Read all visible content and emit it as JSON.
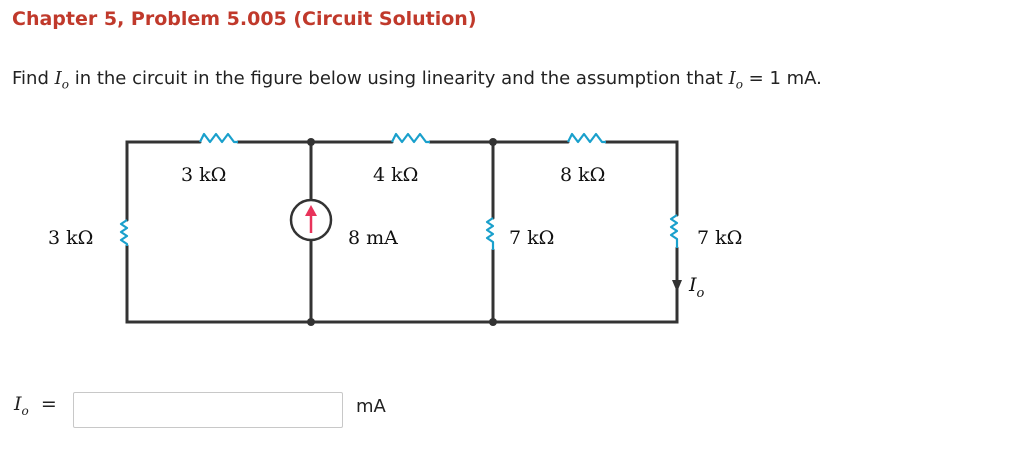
{
  "problem": {
    "title": "Chapter 5, Problem 5.005 (Circuit Solution)",
    "question_pre": "Find ",
    "question_mid": " in the circuit in the figure below using linearity and the assumption that ",
    "question_post": " = 1 mA.",
    "var_main": "I",
    "var_sub": "o"
  },
  "circuit": {
    "r_top_left": "3 kΩ",
    "r_top_mid": "4 kΩ",
    "r_top_right": "8 kΩ",
    "r_left": "3 kΩ",
    "source": "8 mA",
    "r_mid": "7 kΩ",
    "r_right": "7 kΩ",
    "current_main": "I",
    "current_sub": "o",
    "wire_color": "#333333",
    "resistor_color": "#1aa0cc",
    "arrow_color": "#e8335a"
  },
  "answer": {
    "label_main": "I",
    "label_sub": "o",
    "equals": "=",
    "value": "",
    "placeholder": "",
    "unit": "mA"
  }
}
